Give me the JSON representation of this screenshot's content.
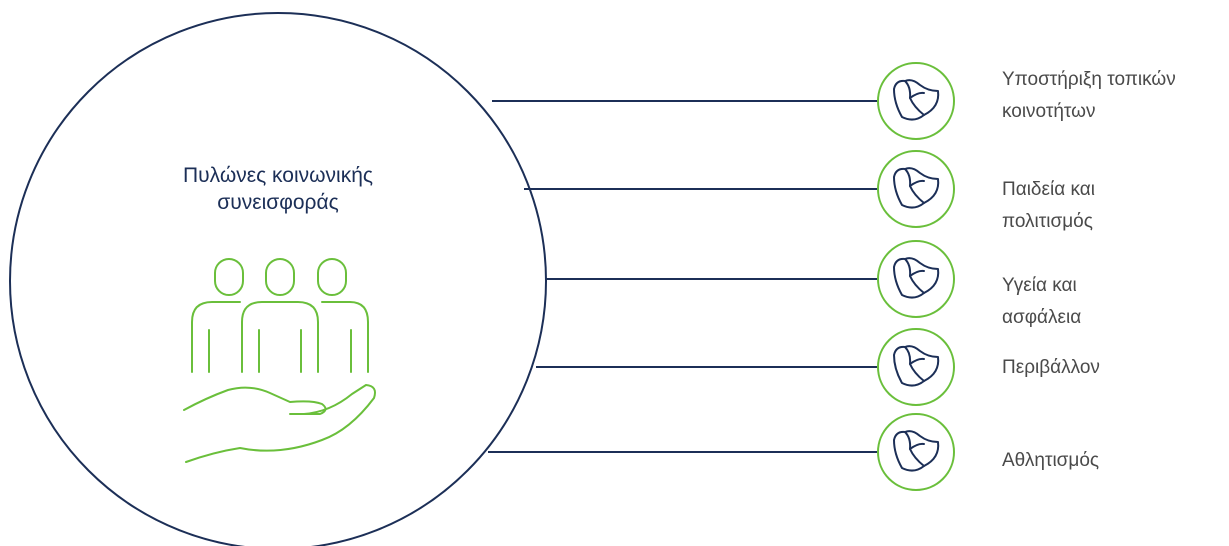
{
  "colors": {
    "navy": "#1c2f57",
    "green": "#6abf3b",
    "label_gray": "#4a4a4a"
  },
  "central": {
    "title_line1": "Πυλώνες κοινωνικής",
    "title_line2": "συνεισφοράς",
    "icon": "people-on-hand-icon"
  },
  "pillars": [
    {
      "lines": [
        "Υποστήριξη τοπικών",
        "κοινοτήτων"
      ],
      "icon": "leaf-icon"
    },
    {
      "lines": [
        "Παιδεία και",
        "πολιτισμός"
      ],
      "icon": "leaf-icon"
    },
    {
      "lines": [
        "Υγεία και",
        "ασφάλεια"
      ],
      "icon": "leaf-icon"
    },
    {
      "lines": [
        "Περιβάλλον"
      ],
      "icon": "leaf-icon"
    },
    {
      "lines": [
        "Αθλητισμός"
      ],
      "icon": "leaf-icon"
    }
  ]
}
